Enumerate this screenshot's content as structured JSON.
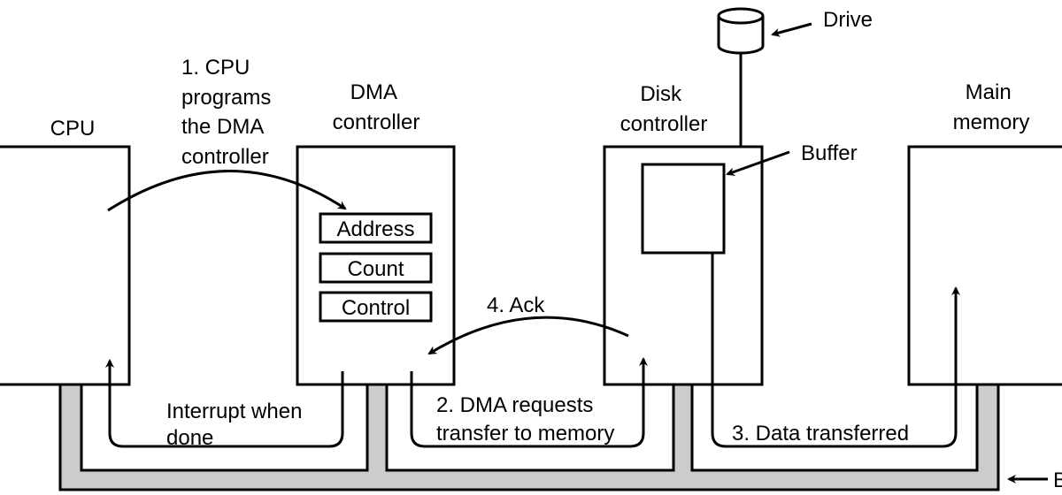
{
  "components": {
    "cpu": "CPU",
    "dma": [
      "DMA",
      "controller"
    ],
    "disk": [
      "Disk",
      "controller"
    ],
    "memory": [
      "Main",
      "memory"
    ],
    "registers": [
      "Address",
      "Count",
      "Control"
    ],
    "buffer": "Buffer",
    "drive": "Drive",
    "bus": "B"
  },
  "steps": {
    "step1": [
      "1. CPU",
      "programs",
      "the DMA",
      "controller"
    ],
    "step2": [
      "2. DMA requests",
      "transfer to memory"
    ],
    "step3": "3. Data transferred",
    "step4": "4. Ack",
    "interrupt": [
      "Interrupt when",
      "done"
    ]
  },
  "colors": {
    "bus_fill": "#cccccc",
    "stroke": "#000000"
  }
}
